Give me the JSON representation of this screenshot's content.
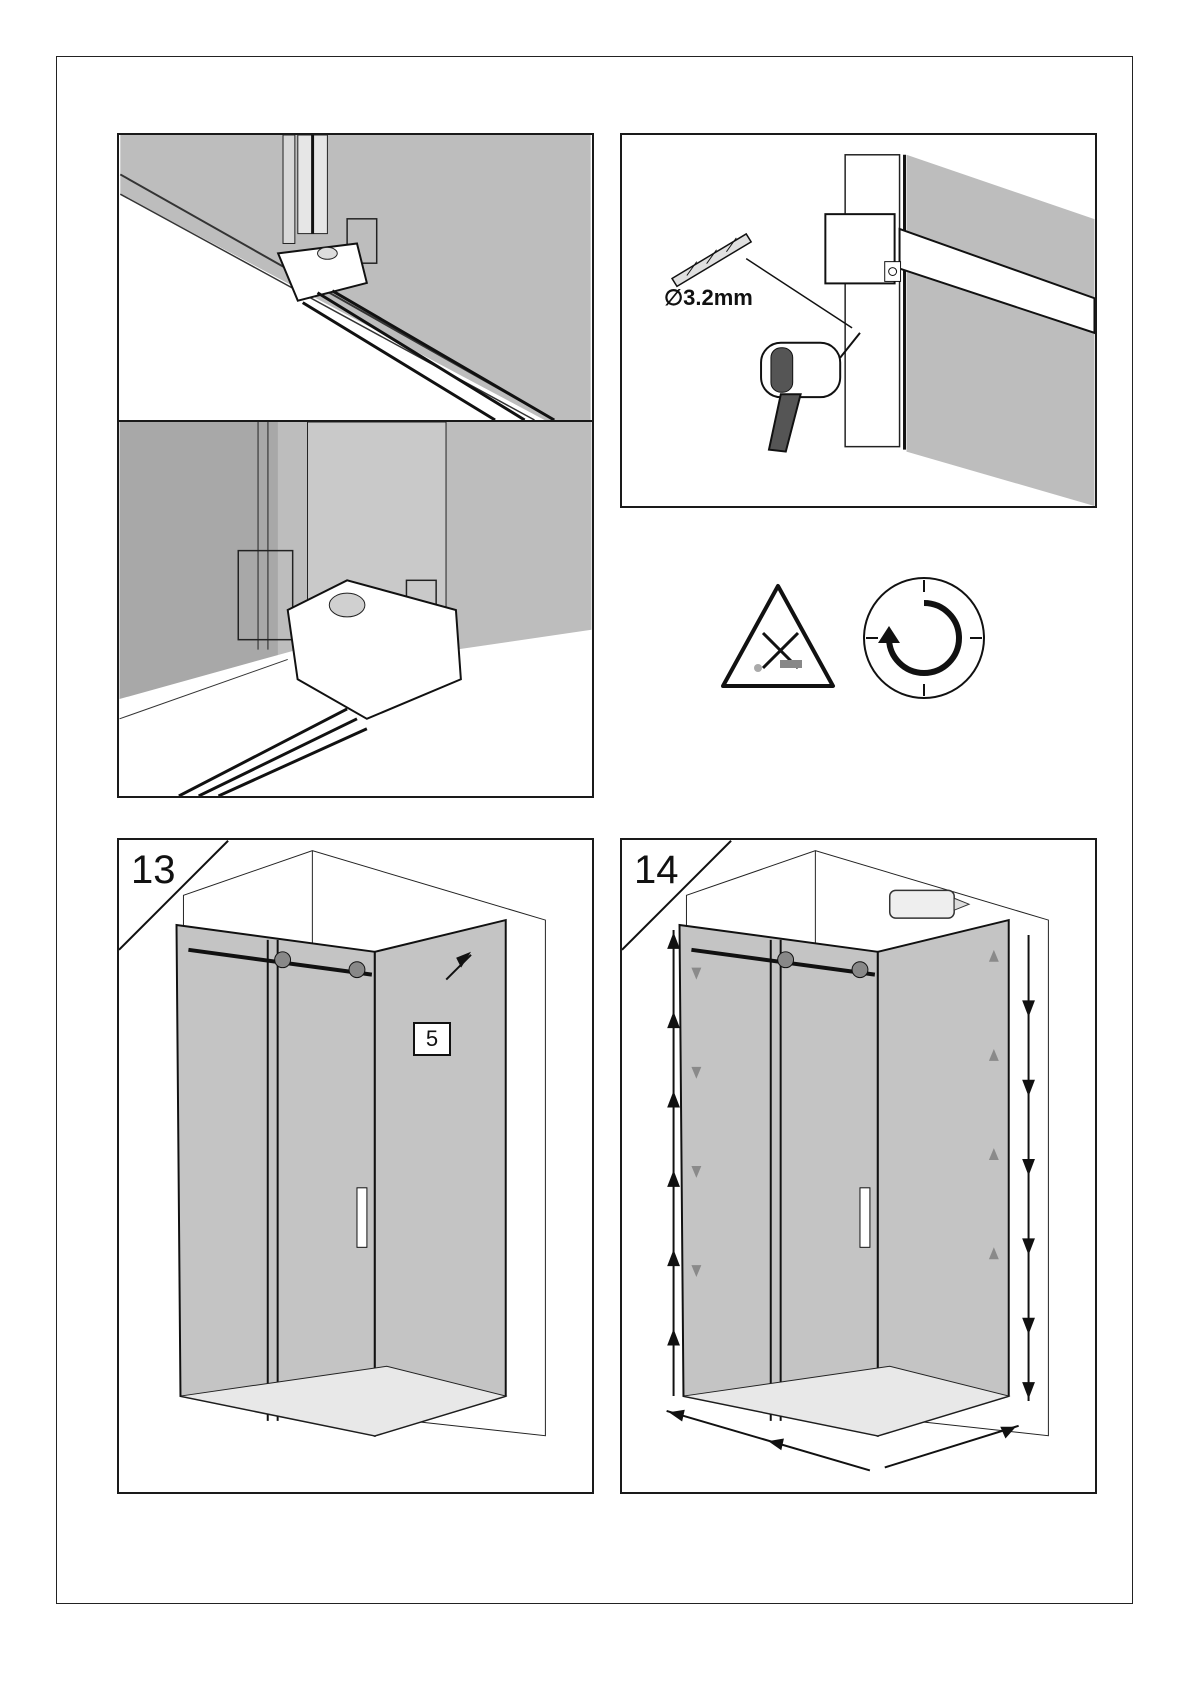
{
  "panels": {
    "rail_top": {},
    "rail_bottom": {},
    "drill": {
      "bit_label": "∅3.2mm"
    },
    "step13": {
      "step_number": "13",
      "callout": "5"
    },
    "step14": {
      "step_number": "14"
    }
  },
  "icons": [
    "drill-bit-icon",
    "power-drill-icon",
    "no-abrasive-cleaning-warning-icon",
    "curing-time-clock-icon",
    "silicone-cartridge-icon"
  ],
  "colors": {
    "line": "#1a1a1a",
    "glass": "#bdbdbd",
    "wall": "#c8c8c8",
    "arrow_gray": "#8a8a8a"
  }
}
